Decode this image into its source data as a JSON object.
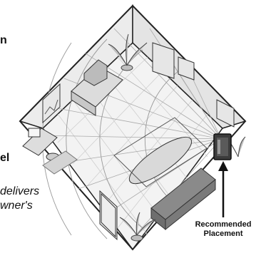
{
  "fragments": {
    "frag_top": "n",
    "frag_mid": "el",
    "frag_delivers": "delivers",
    "frag_owners": "wner's"
  },
  "callout": {
    "line1": "Recommended",
    "line2": "Placement"
  }
}
